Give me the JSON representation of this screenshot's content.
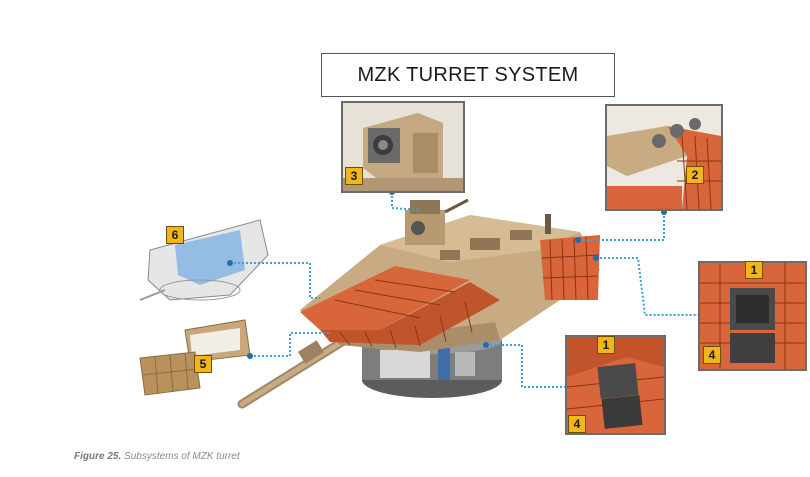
{
  "title": "MZK TURRET SYSTEM",
  "caption": {
    "label": "Figure 25.",
    "text": "Subsystems of MZK turret"
  },
  "callouts": {
    "subsystem_1": "1",
    "subsystem_2": "2",
    "subsystem_3": "3",
    "subsystem_4": "4",
    "subsystem_5": "5",
    "subsystem_6": "6"
  },
  "colors": {
    "armor_orange": "#d9663a",
    "turret_tan": "#c8ab82",
    "badge_yellow": "#f2b51c",
    "leader_blue": "#3aa0d8"
  }
}
